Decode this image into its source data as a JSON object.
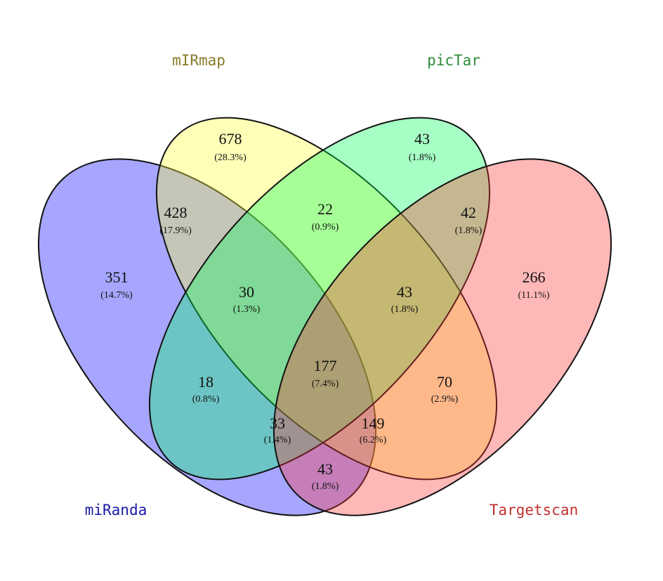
{
  "sets": [
    {
      "id": "miranda",
      "label": "miRanda",
      "color": "#0000ff",
      "label_color": "#1a1aa8"
    },
    {
      "id": "mirmap",
      "label": "mIRmap",
      "color": "#ffff33",
      "label_color": "#8a7a2a"
    },
    {
      "id": "pictar",
      "label": "picTar",
      "color": "#00ff55",
      "label_color": "#2e8b3a"
    },
    {
      "id": "targetscan",
      "label": "Targetscan",
      "color": "#ff3333",
      "label_color": "#c23030"
    }
  ],
  "regions": [
    {
      "id": "mirmap-only",
      "count": "678",
      "percent": "(28.3%)"
    },
    {
      "id": "pictar-only",
      "count": "43",
      "percent": "(1.8%)"
    },
    {
      "id": "miranda-mirmap",
      "count": "428",
      "percent": "(17.9%)"
    },
    {
      "id": "mirmap-pictar",
      "count": "22",
      "percent": "(0.9%)"
    },
    {
      "id": "pictar-targetscan",
      "count": "42",
      "percent": "(1.8%)"
    },
    {
      "id": "miranda-only",
      "count": "351",
      "percent": "(14.7%)"
    },
    {
      "id": "miranda-mirmap-pictar",
      "count": "30",
      "percent": "(1.3%)"
    },
    {
      "id": "mirmap-pictar-targetscan",
      "count": "43",
      "percent": "(1.8%)"
    },
    {
      "id": "targetscan-only",
      "count": "266",
      "percent": "(11.1%)"
    },
    {
      "id": "all-four",
      "count": "177",
      "percent": "(7.4%)"
    },
    {
      "id": "miranda-pictar",
      "count": "18",
      "percent": "(0.8%)"
    },
    {
      "id": "mirmap-targetscan",
      "count": "70",
      "percent": "(2.9%)"
    },
    {
      "id": "miranda-pictar-targetscan",
      "count": "33",
      "percent": "(1.4%)"
    },
    {
      "id": "miranda-mirmap-targetscan",
      "count": "149",
      "percent": "(6.2%)"
    },
    {
      "id": "miranda-targetscan",
      "count": "43",
      "percent": "(1.8%)"
    }
  ]
}
